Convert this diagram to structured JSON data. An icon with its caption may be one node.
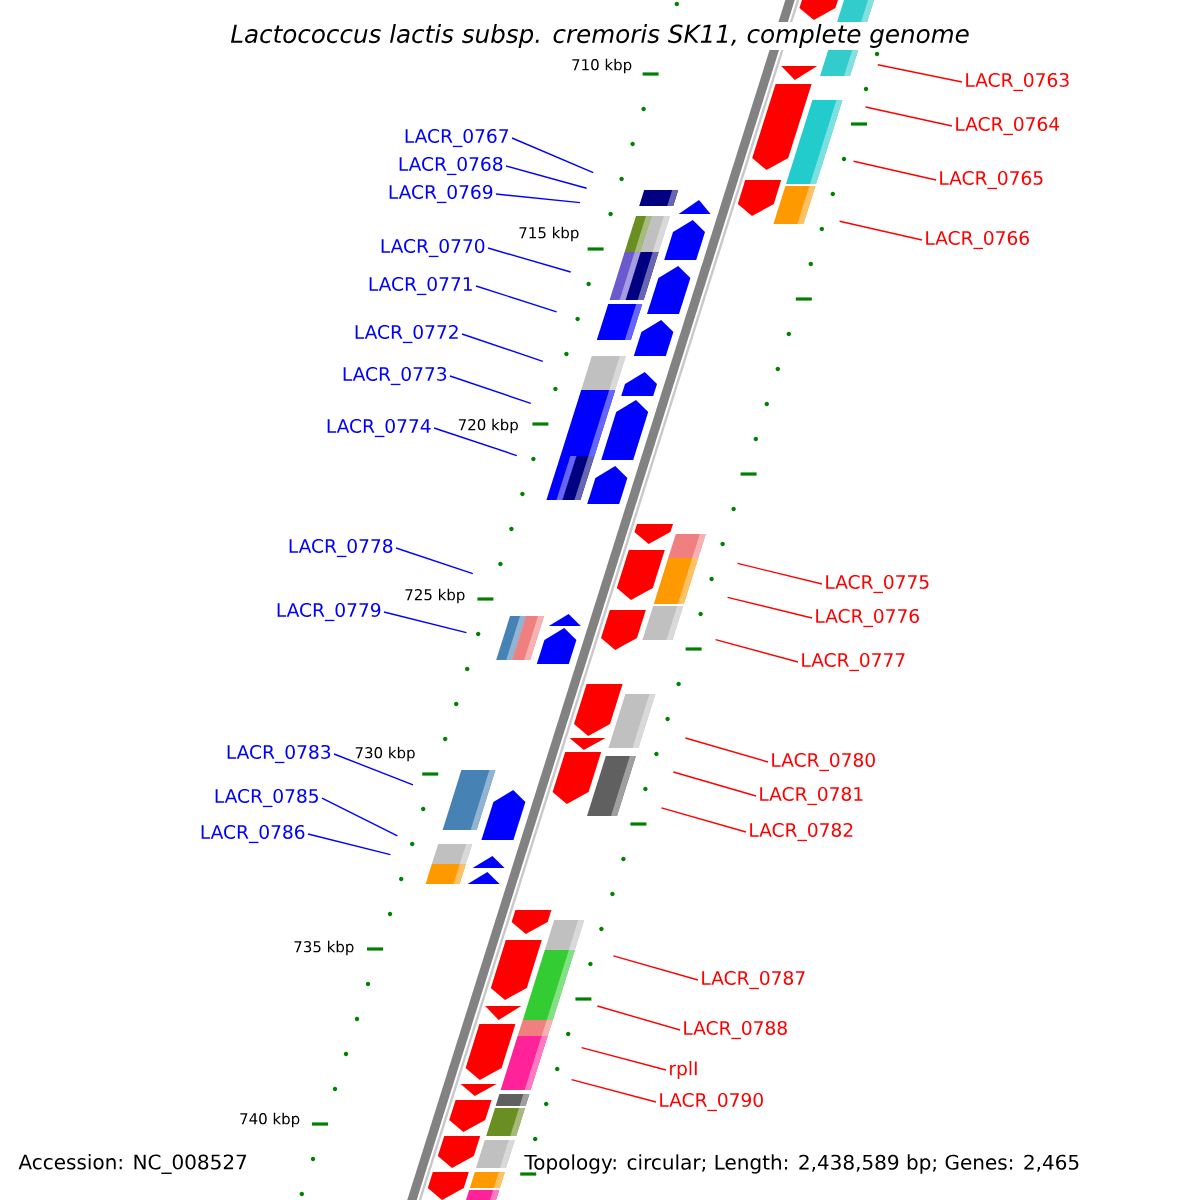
{
  "diagram": {
    "title": "Lactococcus lactis subsp. cremoris SK11, complete genome",
    "nodes": [
      {
        "text": [
          "LACR_0763"
        ]
      },
      {
        "text": [
          "LACR_0764"
        ]
      },
      {
        "text": [
          "LACR_0765"
        ]
      },
      {
        "text": [
          "LACR_0766"
        ]
      },
      {
        "text": [
          "LACR_0767"
        ]
      },
      {
        "text": [
          "LACR_0768"
        ]
      },
      {
        "text": [
          "LACR_0769"
        ]
      },
      {
        "text": [
          "LACR_0770"
        ]
      },
      {
        "text": [
          "LACR_0771"
        ]
      },
      {
        "text": [
          "LACR_0772"
        ]
      },
      {
        "text": [
          "LACR_0773"
        ]
      },
      {
        "text": [
          "LACR_0774"
        ]
      },
      {
        "text": [
          "LACR_0775"
        ]
      },
      {
        "text": [
          "LACR_0776"
        ]
      },
      {
        "text": [
          "LACR_0777"
        ]
      },
      {
        "text": [
          "LACR_0778"
        ]
      },
      {
        "text": [
          "LACR_0779"
        ]
      },
      {
        "text": [
          "LACR_0780"
        ]
      },
      {
        "text": [
          "LACR_0781"
        ]
      },
      {
        "text": [
          "LACR_0782"
        ]
      },
      {
        "text": [
          "LACR_0783"
        ]
      },
      {
        "text": [
          "LACR_0785"
        ]
      },
      {
        "text": [
          "LACR_0786"
        ]
      },
      {
        "text": [
          "LACR_0787"
        ]
      },
      {
        "text": [
          "LACR_0788"
        ]
      },
      {
        "text": [
          "rplI"
        ]
      },
      {
        "text": [
          "LACR_0790"
        ]
      }
    ],
    "edges": [
      {
        "from": 0,
        "to": null,
        "arrow": "none"
      },
      {
        "from": 1,
        "to": null,
        "arrow": "none"
      },
      {
        "from": 2,
        "to": null,
        "arrow": "none"
      },
      {
        "from": 3,
        "to": null,
        "arrow": "none"
      },
      {
        "from": 4,
        "to": null,
        "arrow": "none",
        "color": "#0000ff"
      },
      {
        "from": 5,
        "to": null,
        "arrow": "none",
        "color": "#0000ff"
      },
      {
        "from": 6,
        "to": null,
        "arrow": "none",
        "color": "#0000ff"
      },
      {
        "from": 7,
        "to": null,
        "arrow": "none",
        "color": "#0000ff"
      },
      {
        "from": 8,
        "to": null,
        "arrow": "none",
        "color": "#0000ff"
      },
      {
        "from": 9,
        "to": null,
        "arrow": "none",
        "color": "#0000ff"
      },
      {
        "from": 10,
        "to": null,
        "arrow": "none",
        "color": "#0000ff"
      },
      {
        "from": 11,
        "to": null,
        "arrow": "none",
        "color": "#0000ff"
      },
      {
        "from": 12,
        "to": null,
        "arrow": "none"
      },
      {
        "from": 13,
        "to": null,
        "arrow": "none"
      },
      {
        "from": 14,
        "to": null,
        "arrow": "none"
      },
      {
        "from": 15,
        "to": null,
        "arrow": "none",
        "color": "#0000ff"
      },
      {
        "from": 16,
        "to": null,
        "arrow": "none",
        "color": "#0000ff"
      },
      {
        "from": 17,
        "to": null,
        "arrow": "none"
      },
      {
        "from": 18,
        "to": null,
        "arrow": "none"
      },
      {
        "from": 19,
        "to": null,
        "arrow": "none"
      },
      {
        "from": 20,
        "to": null,
        "arrow": "none",
        "color": "#0000ff"
      },
      {
        "from": 21,
        "to": null,
        "arrow": "none",
        "color": "#0000ff"
      },
      {
        "from": 22,
        "to": null,
        "arrow": "none",
        "color": "#0000ff"
      },
      {
        "from": 23,
        "to": null,
        "arrow": "none"
      },
      {
        "from": 24,
        "to": null,
        "arrow": "none"
      },
      {
        "from": 25,
        "to": null,
        "arrow": "none"
      },
      {
        "from": 26,
        "to": null,
        "arrow": "none"
      }
    ],
    "labels": [
      "710 kbp",
      "715 kbp",
      "720 kbp",
      "725 kbp",
      "730 kbp",
      "735 kbp",
      "740 kbp",
      "Accession: NC_008527",
      "Topology: circular; Length: 2,438,589 bp; Genes: 2,465"
    ]
  }
}
